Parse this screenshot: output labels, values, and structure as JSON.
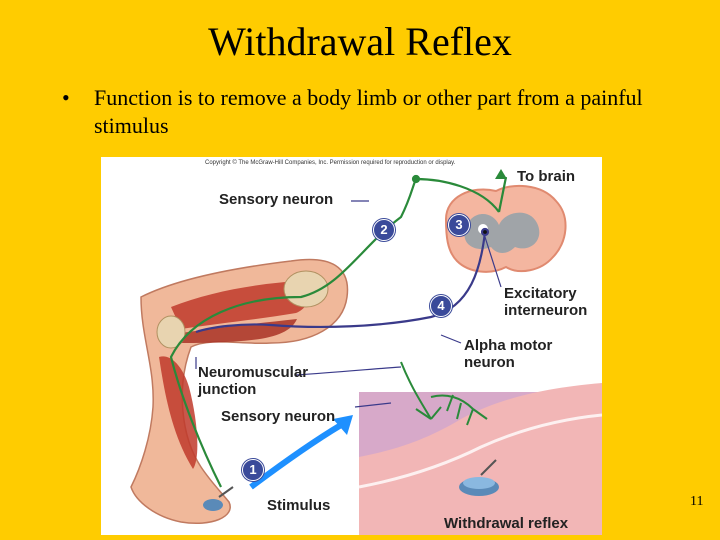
{
  "slide": {
    "title": "Withdrawal Reflex",
    "bullet_marker": "•",
    "bullet_text": "Function is to remove a body limb or other part from a painful stimulus",
    "page_number": "11"
  },
  "figure": {
    "copyright": "Copyright © The McGraw-Hill Companies, Inc. Permission required for reproduction or display.",
    "labels": {
      "to_brain": "To brain",
      "sensory_neuron_top": "Sensory neuron",
      "excitatory_line1": "Excitatory",
      "excitatory_line2": "interneuron",
      "alpha_line1": "Alpha motor",
      "alpha_line2": "neuron",
      "nmj_line1": "Neuromuscular",
      "nmj_line2": "junction",
      "sensory_neuron_bottom": "Sensory neuron",
      "stimulus": "Stimulus",
      "withdrawal_reflex": "Withdrawal reflex"
    },
    "steps": [
      "1",
      "2",
      "3",
      "4"
    ],
    "colors": {
      "background": "#ffcc00",
      "step_badge": "#3a4a9a",
      "sensory_nerve": "#2a8a3a",
      "motor_nerve": "#3a3a8a",
      "muscle": "#c0392b",
      "skin": "#f0b89a",
      "spinal_cord": "#f4b6a0",
      "gray_matter": "#a0a4a8",
      "stimulus_arrow": "#1e90ff"
    }
  }
}
